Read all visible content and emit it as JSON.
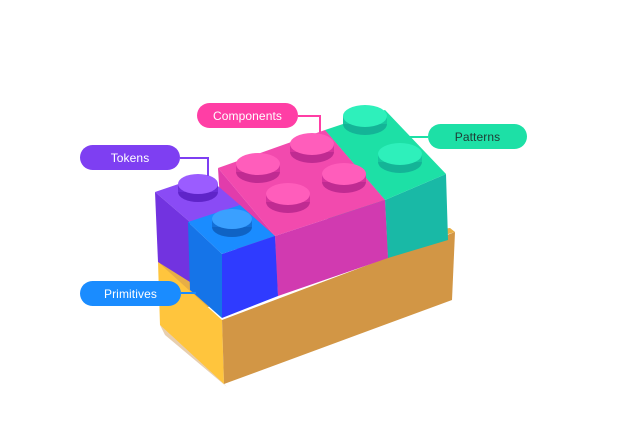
{
  "labels": {
    "components": {
      "text": "Components",
      "color": "#ff3ea5"
    },
    "tokens": {
      "text": "Tokens",
      "color": "#7e3ff2"
    },
    "patterns": {
      "text": "Patterns",
      "color": "#1de0a6"
    },
    "primitives": {
      "text": "Primitives",
      "color": "#1a8cff"
    }
  },
  "colors": {
    "base_top": "#ffc53d",
    "base_side": "#d29645",
    "tokens_brick": "#7e3ff2",
    "primitives_brick": "#1a8cff",
    "components_brick": "#ff3ea5",
    "patterns_brick": "#1de0a6"
  }
}
